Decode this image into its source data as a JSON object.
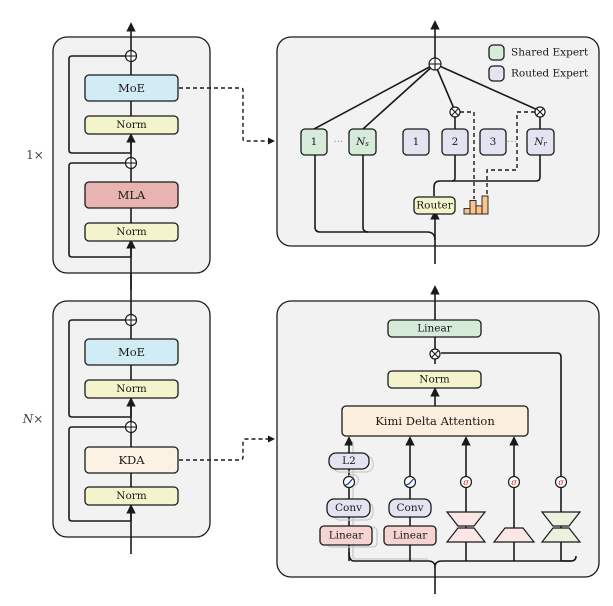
{
  "colors": {
    "panel": "#f2f2f2",
    "moe": "#d2ecf6",
    "norm": "#f4f4cc",
    "mla": "#e8b4b2",
    "kda": "#fbf2e4",
    "kda_attention": "#fcefdd",
    "shared_expert": "#d6ecd8",
    "routed_expert": "#e2e4f2",
    "router": "#f4f4cc",
    "histogram": "#fbc48e",
    "linear_out": "#d6ecd8",
    "linear_in": "#f6d4d2",
    "conv": "#e2e4f2",
    "l2": "#e2e4f2",
    "trap_pink": "#fbe6e6",
    "trap_green": "#e8f2dc",
    "sigma": "#cc1111",
    "activation": "#2233cc"
  },
  "top_block": {
    "repeat_label": "1×",
    "moe_label": "MoE",
    "norm_top_label": "Norm",
    "attention_label": "MLA",
    "norm_bottom_label": "Norm"
  },
  "bottom_block": {
    "repeat_label": "N×",
    "moe_label": "MoE",
    "norm_top_label": "Norm",
    "attention_label": "KDA",
    "norm_bottom_label": "Norm"
  },
  "moe_detail": {
    "legend": [
      {
        "label": "Shared Expert",
        "color": "#d6ecd8"
      },
      {
        "label": "Routed Expert",
        "color": "#e2e4f2"
      }
    ],
    "shared_experts": [
      "1",
      "Ns"
    ],
    "routed_experts": [
      "1",
      "2",
      "3",
      "Nr"
    ],
    "router_label": "Router",
    "ellipsis": "···",
    "histogram_values": [
      0.3,
      0.75,
      0.45,
      1.0
    ]
  },
  "kda_detail": {
    "output_linear_label": "Linear",
    "norm_label": "Norm",
    "attention_label": "Kimi Delta Attention",
    "l2_label": "L2",
    "conv_labels": [
      "Conv",
      "Conv"
    ],
    "linear_labels": [
      "Linear",
      "Linear"
    ],
    "sigma_symbol": "σ"
  }
}
